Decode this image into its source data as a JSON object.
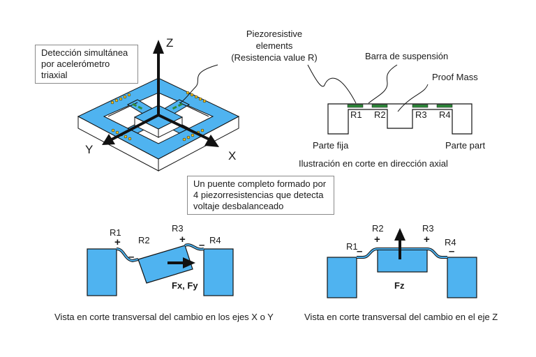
{
  "colors": {
    "silicon_blue": "#4fb3f0",
    "resistor_green": "#2e8b3a",
    "pad_yellow": "#f2c21b",
    "outline": "#111111"
  },
  "top_left": {
    "info_box": [
      "Detección simultánea",
      "por acelerómetro triaxial"
    ],
    "axes": {
      "z": "Z",
      "x": "X",
      "y": "Y"
    }
  },
  "top_right": {
    "piezo_label": [
      "Piezoresistive",
      "elements",
      "(Resistencia value R)"
    ],
    "bar_label": "Barra de suspensión",
    "proof_mass_label": "Proof Mass",
    "resistors": [
      "R1",
      "R2",
      "R3",
      "R4"
    ],
    "fixed_left": "Parte fija",
    "fixed_right": "Parte part",
    "caption": "Ilustración en corte en dirección axial"
  },
  "bridge_box": [
    "Un puente completo formado por",
    "4 piezorresistencias que detecta",
    "voltaje desbalanceado"
  ],
  "bottom_left": {
    "resistors": [
      "R1",
      "R2",
      "R3",
      "R4"
    ],
    "signs": [
      "+",
      "–",
      "+",
      "–"
    ],
    "force": "Fx, Fy",
    "caption": "Vista en corte transversal del cambio en los ejes X o Y"
  },
  "bottom_right": {
    "resistors": [
      "R1",
      "R2",
      "R3",
      "R4"
    ],
    "signs": [
      "–",
      "+",
      "+",
      "–"
    ],
    "force": "Fz",
    "caption": "Vista en corte transversal del cambio en el eje Z"
  }
}
